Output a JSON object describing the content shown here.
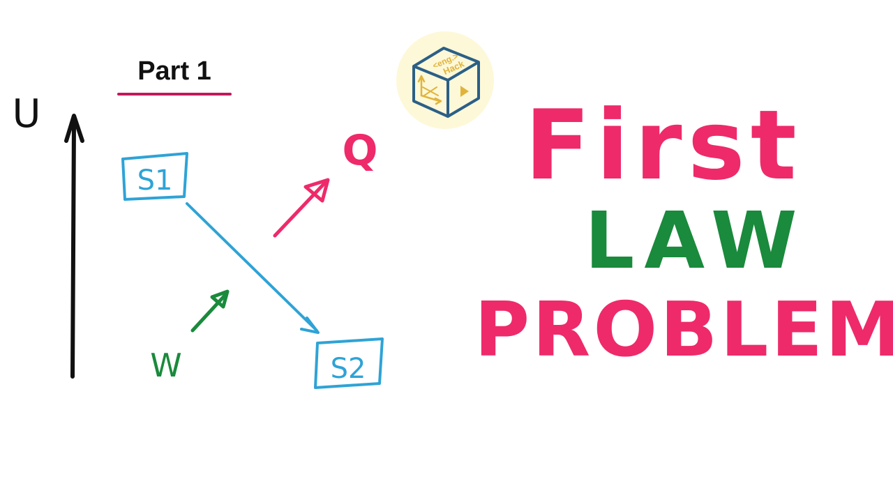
{
  "header": {
    "part_label": "Part 1"
  },
  "diagram": {
    "axis_label": "U",
    "state_1": "S1",
    "state_2": "S2",
    "heat_label": "Q",
    "work_label": "W"
  },
  "logo": {
    "line1": "<eng.>",
    "line2": "Hack"
  },
  "title": {
    "word1": "First",
    "word2": "LAW",
    "word3": "PROBLEM"
  },
  "colors": {
    "pink": "#ee2a6a",
    "green": "#1a8a3c",
    "blue": "#2ea3d6",
    "underline": "#c2185b",
    "logo_blue": "#2b5f86",
    "logo_gold": "#e0b43b"
  }
}
